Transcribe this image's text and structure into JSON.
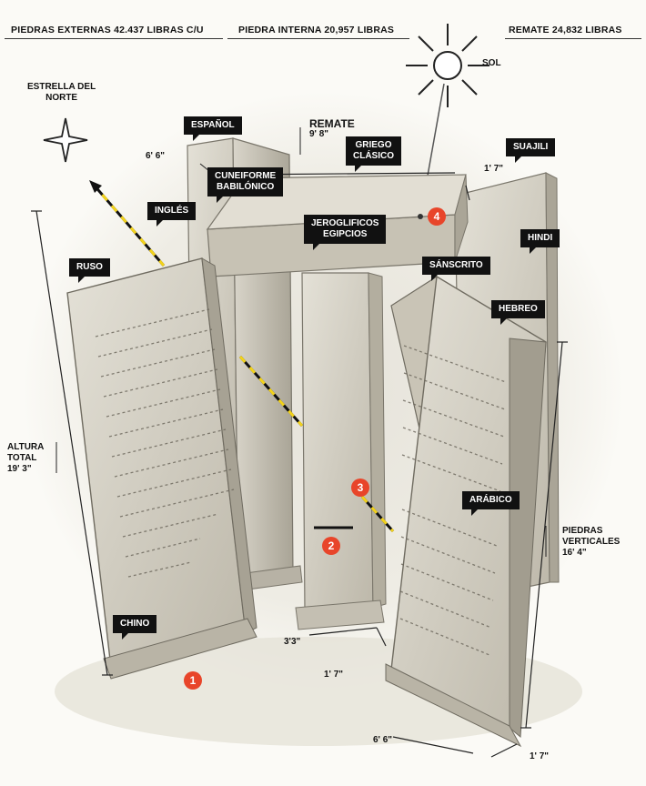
{
  "header": {
    "left": "PIEDRAS EXTERNAS 42.437 LIBRAS C/U",
    "center": "PIEDRA INTERNA 20,957 LIBRAS",
    "right": "REMATE 24,832 LIBRAS"
  },
  "labels": {
    "sol": "SOL",
    "estrella_1": "ESTRELLA DEL",
    "estrella_2": "NORTE",
    "espanol": "ESPAÑOL",
    "remate_1": "REMATE",
    "remate_2": "9' 8\"",
    "griego_1": "GRIEGO",
    "griego_2": "CLÁSICO",
    "suajili": "SUAJILI",
    "cuneiforme_1": "CUNEIFORME",
    "cuneiforme_2": "BABILÓNICO",
    "ingles": "INGLÉS",
    "jeroglificos_1": "JEROGLIFICOS",
    "jeroglificos_2": "EGIPCIOS",
    "hindi": "HINDI",
    "sanscrito": "SÁNSCRITO",
    "ruso": "RUSO",
    "hebreo": "HEBREO",
    "arabico": "ARÁBICO",
    "chino": "CHINO",
    "altura_1": "ALTURA",
    "altura_2": "TOTAL",
    "altura_3": "19' 3\"",
    "piedras_1": "PIEDRAS",
    "piedras_2": "VERTICALES",
    "piedras_3": "16' 4\""
  },
  "dimensions": {
    "cap_width": "6' 6\"",
    "cap_thick": "1' 7\"",
    "center_width": "3'3\"",
    "center_thick": "1' 7\"",
    "base_width": "6' 6\"",
    "base_thick": "1' 7\""
  },
  "markers": [
    "1",
    "2",
    "3",
    "4"
  ],
  "colors": {
    "marker": "#e8452a",
    "sightline": "#f2d21b",
    "tag_bg": "#111111",
    "stone": "#cfcbbf"
  }
}
